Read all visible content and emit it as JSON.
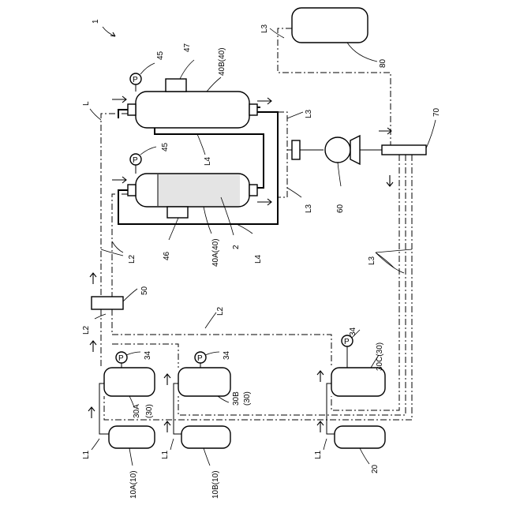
{
  "figure": {
    "ref_1": "1",
    "ref_L": "L",
    "ref_L1_a": "L1",
    "ref_L1_b": "L1",
    "ref_L1_c": "L1",
    "ref_L2_a": "L2",
    "ref_L2_b": "L2",
    "ref_L2_c": "L2",
    "ref_L3_a": "L3",
    "ref_L3_b": "L3",
    "ref_L3_c": "L3",
    "ref_L3_d": "L3",
    "ref_L4_a": "L4",
    "ref_L4_b": "L4",
    "ref_10A": "10A(10)",
    "ref_10B": "10B(10)",
    "ref_20": "20",
    "ref_30A": "30A",
    "ref_30A_sub": "(30)",
    "ref_30B": "30B",
    "ref_30B_sub": "(30)",
    "ref_30C": "30C(30)",
    "ref_34_a": "34",
    "ref_34_b": "34",
    "ref_34_c": "34",
    "ref_40A": "40A(40)",
    "ref_40B": "40B(40)",
    "ref_45_a": "45",
    "ref_45_b": "45",
    "ref_46": "46",
    "ref_47": "47",
    "ref_2": "2",
    "ref_50": "50",
    "ref_60": "60",
    "ref_70": "70",
    "ref_80": "80",
    "gauge_symbol": "P"
  }
}
